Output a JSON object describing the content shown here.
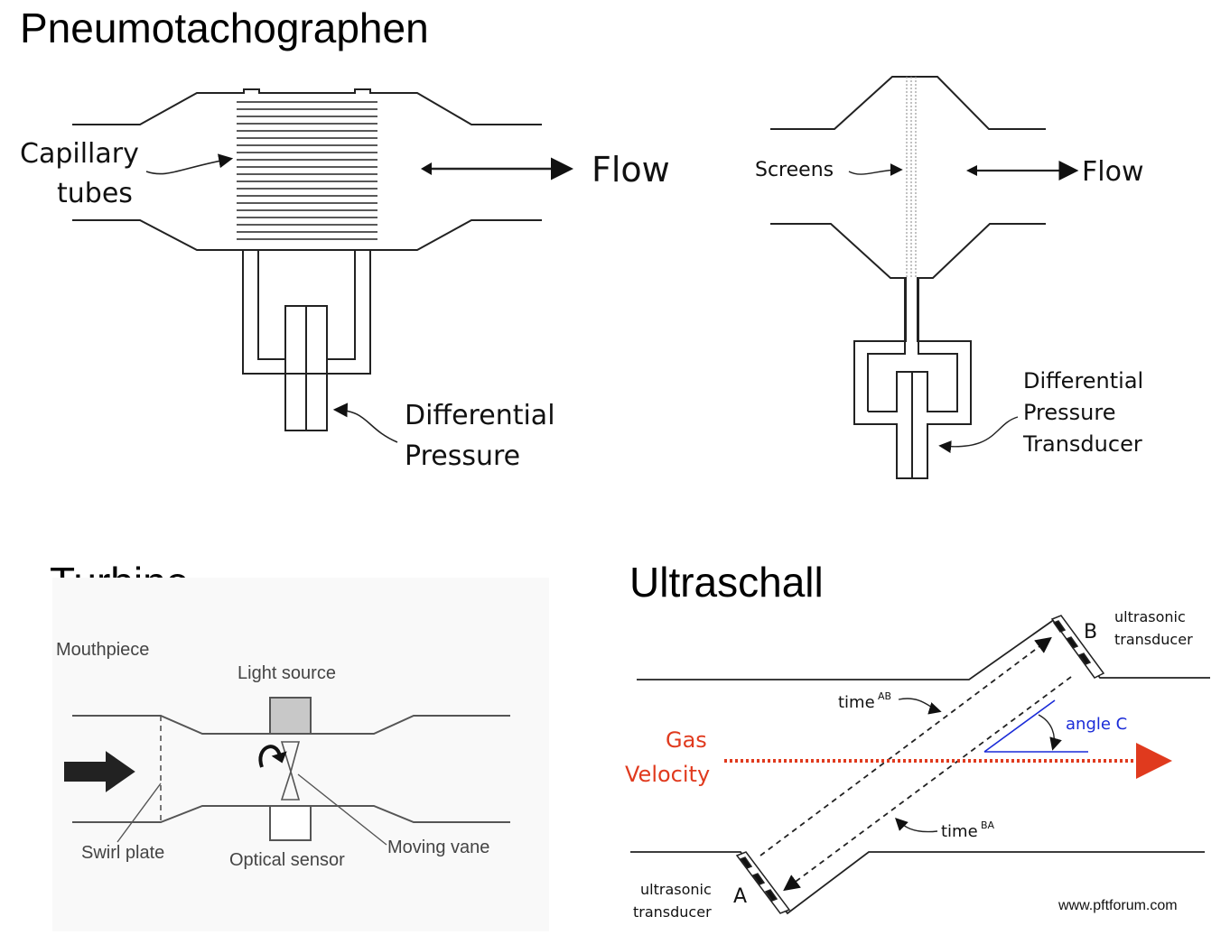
{
  "titles": {
    "pneumotachographen": "Pneumotachographen",
    "turbine": "Turbine",
    "ultraschall": "Ultraschall"
  },
  "pneumo_left": {
    "capillary_label_1": "Capillary",
    "capillary_label_2": "tubes",
    "flow_label": "Flow",
    "diff_label_1": "Differential",
    "diff_label_2": "Pressure"
  },
  "pneumo_right": {
    "screens_label": "Screens",
    "flow_label": "Flow",
    "transducer_label_1": "Differential",
    "transducer_label_2": "Pressure",
    "transducer_label_3": "Transducer"
  },
  "turbine": {
    "mouthpiece": "Mouthpiece",
    "light_source": "Light source",
    "swirl_plate": "Swirl plate",
    "optical_sensor": "Optical sensor",
    "moving_vane": "Moving vane"
  },
  "ultrasound": {
    "transducer_b_1": "ultrasonic",
    "transducer_b_2": "transducer",
    "label_b": "B",
    "time_ab": "time",
    "time_ab_sup": "AB",
    "angle_c": "angle C",
    "gas_1": "Gas",
    "gas_2": "Velocity",
    "time_ba": "time",
    "time_ba_sup": "BA",
    "transducer_a_1": "ultrasonic",
    "transducer_a_2": "transducer",
    "label_a": "A",
    "website": "www.pftforum.com",
    "colors": {
      "gas": "#e03a1e",
      "angle": "#1a2bd8"
    }
  }
}
